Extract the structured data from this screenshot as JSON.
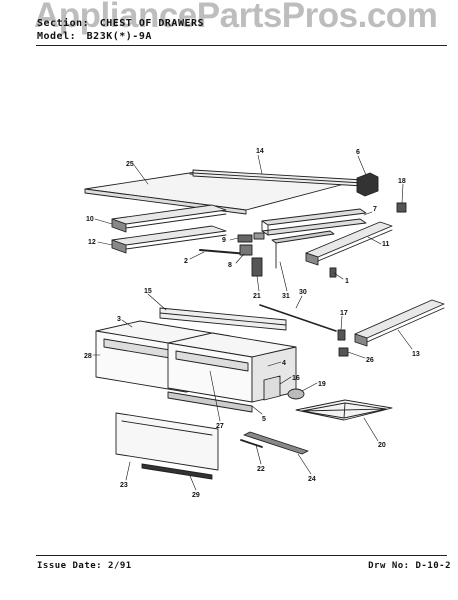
{
  "watermark": "AppliancePartsPros.com",
  "header": {
    "section_label": "Section:",
    "section_value": "CHEST OF DRAWERS",
    "model_label": "Model:",
    "model_value": "B23K(*)-9A"
  },
  "footer": {
    "issue_label": "Issue Date: 2/91",
    "drw_label": "Drw No: D-10-2"
  },
  "callouts": [
    "14",
    "6",
    "25",
    "18",
    "7",
    "10",
    "9",
    "12",
    "11",
    "2",
    "8",
    "1",
    "21",
    "31",
    "15",
    "30",
    "17",
    "3",
    "28",
    "13",
    "4",
    "26",
    "16",
    "19",
    "5",
    "27",
    "20",
    "22",
    "23",
    "29",
    "24"
  ]
}
